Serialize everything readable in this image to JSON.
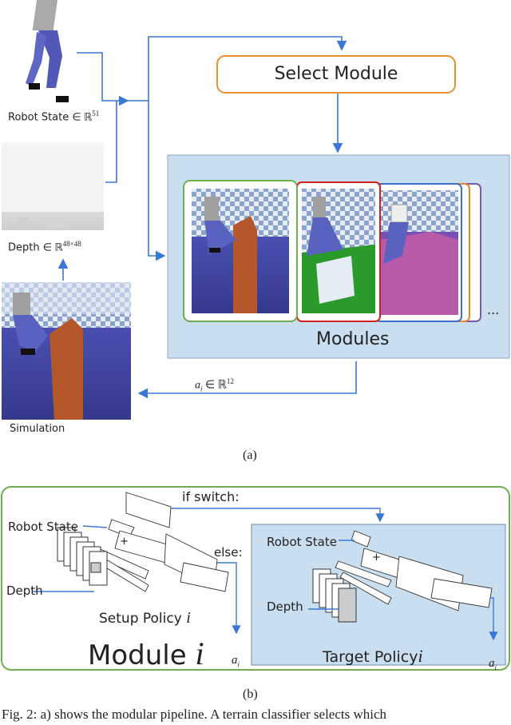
{
  "panel_a": {
    "robot_state_label": "Robot State",
    "robot_state_dim": "∈ ℝ",
    "robot_state_exp": "51",
    "depth_label": "Depth",
    "depth_dim": "∈ ℝ",
    "depth_exp": "48×48",
    "simulation_label": "Simulation",
    "select_module_label": "Select Module",
    "modules_label": "Modules",
    "ellipsis": "...",
    "action_label": "a",
    "action_sub": "i",
    "action_dim": "∈ ℝ",
    "action_exp": "12",
    "caption": "(a)"
  },
  "panel_b": {
    "if_switch_label": "if switch:",
    "else_label": "else:",
    "robot_state_label": "Robot State",
    "depth_label": "Depth",
    "setup_policy_label": "Setup Policy",
    "target_robot_state_label": "Robot State",
    "target_depth_label": "Depth",
    "target_policy_label": "Target Policy",
    "italic_i": "i",
    "module_label": "Module",
    "output_a": "a",
    "output_sub": "i",
    "plus": "+",
    "caption": "(b)"
  },
  "figure_caption": "Fig. 2: a) shows the modular pipeline. A terrain classifier selects which",
  "colors": {
    "arrow_blue": "#3b78d6",
    "select_module_border": "#e8922e",
    "modules_bg": "#c9dff0",
    "module_green": "#6fae4f",
    "module_red": "#d12020",
    "module_blue": "#3b70c8",
    "module_orange": "#e08a2a",
    "module_purple": "#7b59b0",
    "panel_b_border": "#6fae4f",
    "target_bg": "#c9dff0"
  }
}
